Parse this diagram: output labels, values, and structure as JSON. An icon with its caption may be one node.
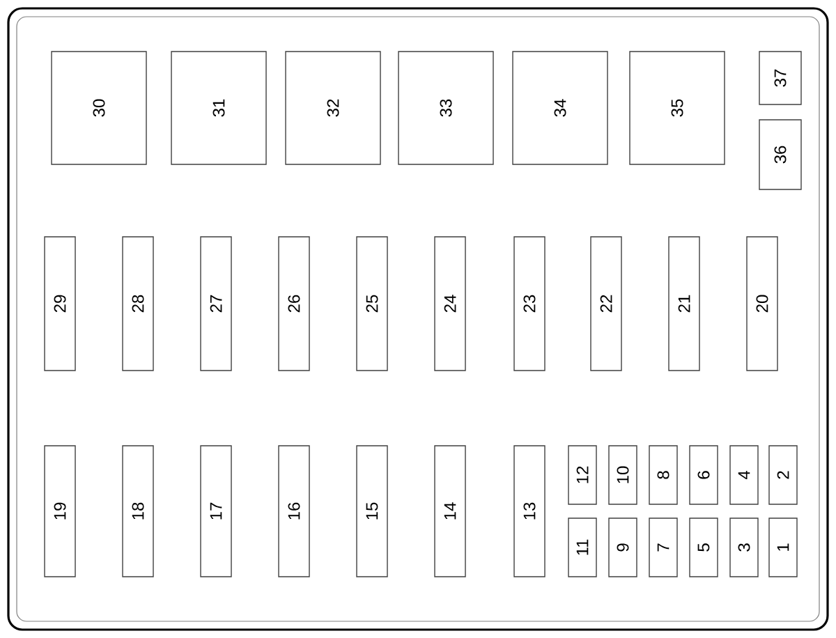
{
  "diagram": {
    "nodes": [
      {
        "text": [
          "30"
        ]
      },
      {
        "text": [
          "31"
        ]
      },
      {
        "text": [
          "32"
        ]
      },
      {
        "text": [
          "33"
        ]
      },
      {
        "text": [
          "34"
        ]
      },
      {
        "text": [
          "35"
        ]
      },
      {
        "text": [
          "37"
        ]
      },
      {
        "text": [
          "36"
        ]
      },
      {
        "text": [
          "29"
        ]
      },
      {
        "text": [
          "28"
        ]
      },
      {
        "text": [
          "27"
        ]
      },
      {
        "text": [
          "26"
        ]
      },
      {
        "text": [
          "25"
        ]
      },
      {
        "text": [
          "24"
        ]
      },
      {
        "text": [
          "23"
        ]
      },
      {
        "text": [
          "22"
        ]
      },
      {
        "text": [
          "21"
        ]
      },
      {
        "text": [
          "20"
        ]
      },
      {
        "text": [
          "19"
        ]
      },
      {
        "text": [
          "18"
        ]
      },
      {
        "text": [
          "17"
        ]
      },
      {
        "text": [
          "16"
        ]
      },
      {
        "text": [
          "15"
        ]
      },
      {
        "text": [
          "14"
        ]
      },
      {
        "text": [
          "13"
        ]
      },
      {
        "text": [
          "12"
        ]
      },
      {
        "text": [
          "10"
        ]
      },
      {
        "text": [
          "8"
        ]
      },
      {
        "text": [
          "6"
        ]
      },
      {
        "text": [
          "4"
        ]
      },
      {
        "text": [
          "2"
        ]
      },
      {
        "text": [
          "11"
        ]
      },
      {
        "text": [
          "9"
        ]
      },
      {
        "text": [
          "7"
        ]
      },
      {
        "text": [
          "5"
        ]
      },
      {
        "text": [
          "3"
        ]
      },
      {
        "text": [
          "1"
        ]
      }
    ]
  }
}
